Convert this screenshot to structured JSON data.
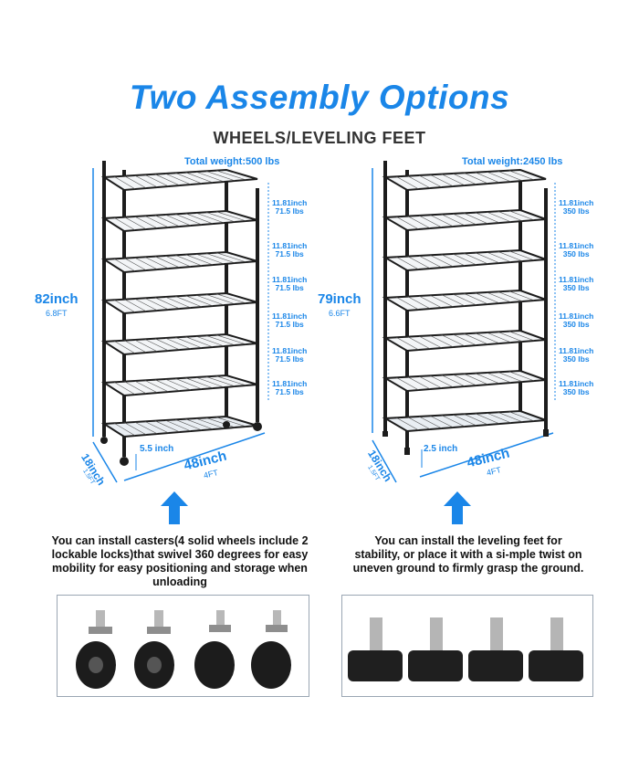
{
  "header": {
    "title": "Two Assembly Options",
    "subtitle": "WHEELS/LEVELING FEET"
  },
  "left_rack": {
    "total_weight": "Total weight:500 lbs",
    "height_main": "82inch",
    "height_sub": "6.8FT",
    "width_main": "48inch",
    "width_sub": "4FT",
    "depth_main": "18inch",
    "depth_sub": "1.5FT",
    "bottom_gap": "5.5 inch",
    "shelf_specs": [
      {
        "spacing": "11.81inch",
        "load": "71.5 lbs"
      },
      {
        "spacing": "11.81inch",
        "load": "71.5 lbs"
      },
      {
        "spacing": "11.81inch",
        "load": "71.5 lbs"
      },
      {
        "spacing": "11.81inch",
        "load": "71.5 lbs"
      },
      {
        "spacing": "11.81inch",
        "load": "71.5 lbs"
      },
      {
        "spacing": "11.81inch",
        "load": "71.5 lbs"
      }
    ],
    "description": "You can install casters(4 solid wheels include 2 lockable locks)that swivel 360 degrees for easy mobility for easy positioning and storage when unloading"
  },
  "right_rack": {
    "total_weight": "Total weight:2450 lbs",
    "height_main": "79inch",
    "height_sub": "6.6FT",
    "width_main": "48inch",
    "width_sub": "4FT",
    "depth_main": "18inch",
    "depth_sub": "1.5FT",
    "bottom_gap": "2.5 inch",
    "shelf_specs": [
      {
        "spacing": "11.81inch",
        "load": "350 lbs"
      },
      {
        "spacing": "11.81inch",
        "load": "350 lbs"
      },
      {
        "spacing": "11.81inch",
        "load": "350 lbs"
      },
      {
        "spacing": "11.81inch",
        "load": "350 lbs"
      },
      {
        "spacing": "11.81inch",
        "load": "350 lbs"
      },
      {
        "spacing": "11.81inch",
        "load": "350 lbs"
      }
    ],
    "description": "You can install the leveling feet for stability, or place it with a si-mple twist on uneven ground to firmly grasp the ground."
  },
  "colors": {
    "accent_blue": "#1a86e8",
    "rack_black": "#1c1c1c",
    "text_dark": "#111111"
  },
  "icons": [
    "wire-shelf-rack-illustration",
    "up-arrow-icon",
    "caster-wheel-icon",
    "leveling-foot-icon"
  ]
}
